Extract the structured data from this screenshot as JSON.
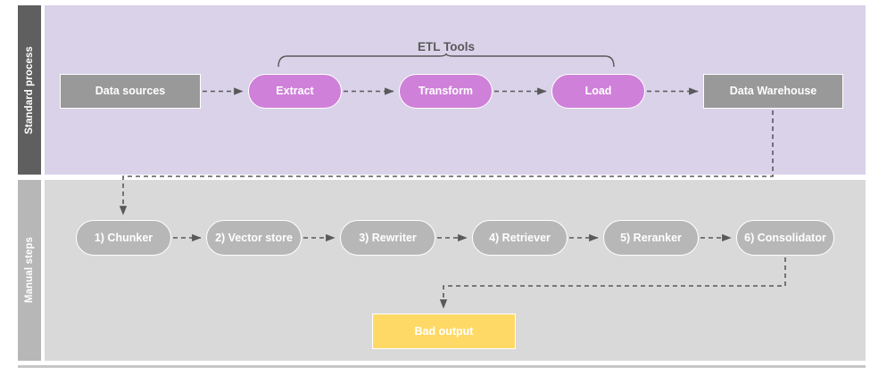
{
  "diagram": {
    "title_label": "ETL Tools",
    "lanes": [
      {
        "name": "standard",
        "label": "Standard process",
        "background": "#d9d2e9",
        "header_color": "#5f5f5f"
      },
      {
        "name": "manual",
        "label": "Manual steps",
        "background": "#d9d9d9",
        "header_color": "#b7b7b7"
      }
    ],
    "standard_nodes": [
      {
        "id": "data-sources",
        "label": "Data sources",
        "shape": "rect",
        "color": "#999999"
      },
      {
        "id": "extract",
        "label": "Extract",
        "shape": "pill",
        "color": "#cf80d9"
      },
      {
        "id": "transform",
        "label": "Transform",
        "shape": "pill",
        "color": "#cf80d9"
      },
      {
        "id": "load",
        "label": "Load",
        "shape": "pill",
        "color": "#cf80d9"
      },
      {
        "id": "data-warehouse",
        "label": "Data Warehouse",
        "shape": "rect",
        "color": "#999999"
      }
    ],
    "manual_nodes": [
      {
        "id": "chunker",
        "label": "1) Chunker",
        "shape": "pill",
        "color": "#b7b7b7"
      },
      {
        "id": "vector-store",
        "label": "2) Vector store",
        "shape": "pill",
        "color": "#b7b7b7"
      },
      {
        "id": "rewriter",
        "label": "3) Rewriter",
        "shape": "pill",
        "color": "#b7b7b7"
      },
      {
        "id": "retriever",
        "label": "4) Retriever",
        "shape": "pill",
        "color": "#b7b7b7"
      },
      {
        "id": "reranker",
        "label": "5) Reranker",
        "shape": "pill",
        "color": "#b7b7b7"
      },
      {
        "id": "consolidator",
        "label": "6) Consolidator",
        "shape": "pill",
        "color": "#b7b7b7"
      }
    ],
    "output_node": {
      "id": "bad-output",
      "label": "Bad output",
      "shape": "rect",
      "color": "#ffd966"
    },
    "connector_color": "#595959",
    "connector_style": "dashed"
  }
}
